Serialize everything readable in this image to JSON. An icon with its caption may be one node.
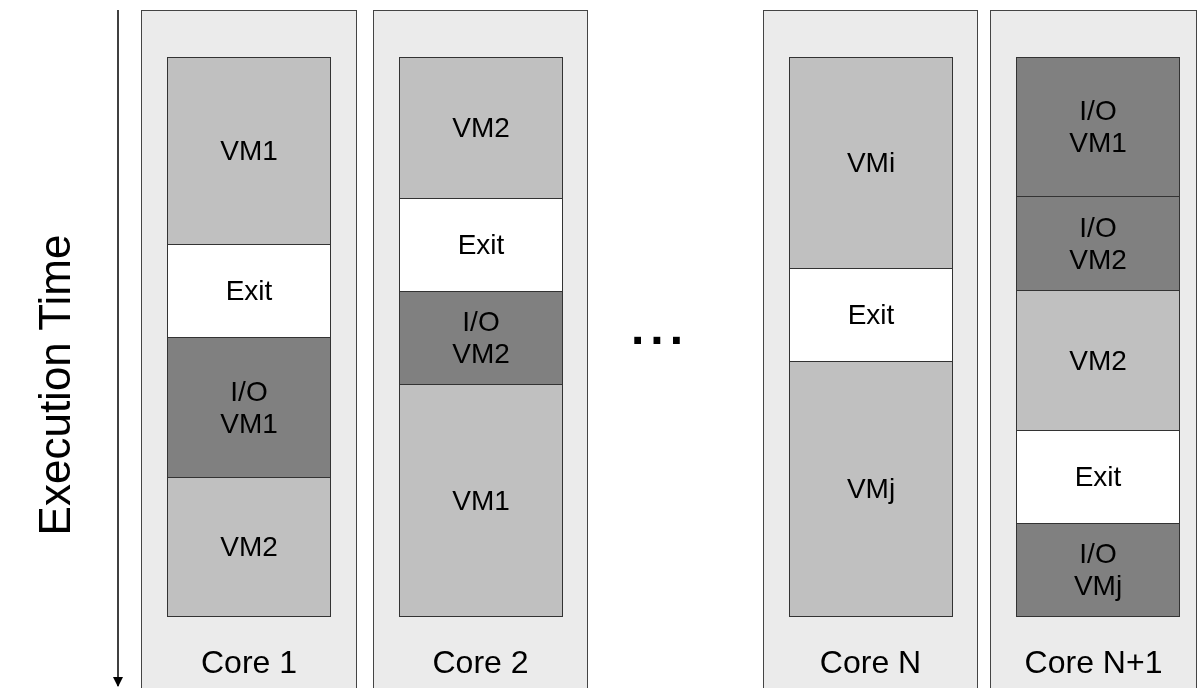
{
  "diagram": {
    "nodes": [
      {
        "text": [
          "Core 1"
        ]
      },
      {
        "text": [
          "VM1"
        ],
        "in": 0
      },
      {
        "text": [
          "Exit"
        ],
        "in": 0
      },
      {
        "text": [
          "I/O VM1"
        ],
        "in": 0
      },
      {
        "text": [
          "VM2"
        ],
        "in": 0
      },
      {
        "text": [
          "Core 2"
        ]
      },
      {
        "text": [
          "VM2"
        ],
        "in": 5
      },
      {
        "text": [
          "Exit"
        ],
        "in": 5
      },
      {
        "text": [
          "I/O VM2"
        ],
        "in": 5
      },
      {
        "text": [
          "VM1"
        ],
        "in": 5
      },
      {
        "text": [
          "Core N"
        ]
      },
      {
        "text": [
          "VMi"
        ],
        "in": 10
      },
      {
        "text": [
          "Exit"
        ],
        "in": 10
      },
      {
        "text": [
          "VMj"
        ],
        "in": 10
      },
      {
        "text": [
          "Core N+1"
        ]
      },
      {
        "text": [
          "I/O VM1"
        ],
        "in": 14
      },
      {
        "text": [
          "I/O VM2"
        ],
        "in": 14
      },
      {
        "text": [
          "VM2"
        ],
        "in": 14
      },
      {
        "text": [
          "Exit"
        ],
        "in": 14
      },
      {
        "text": [
          "I/O VMj"
        ],
        "in": 14
      }
    ],
    "edges": [],
    "labels": [
      "Execution Time",
      "..."
    ]
  }
}
